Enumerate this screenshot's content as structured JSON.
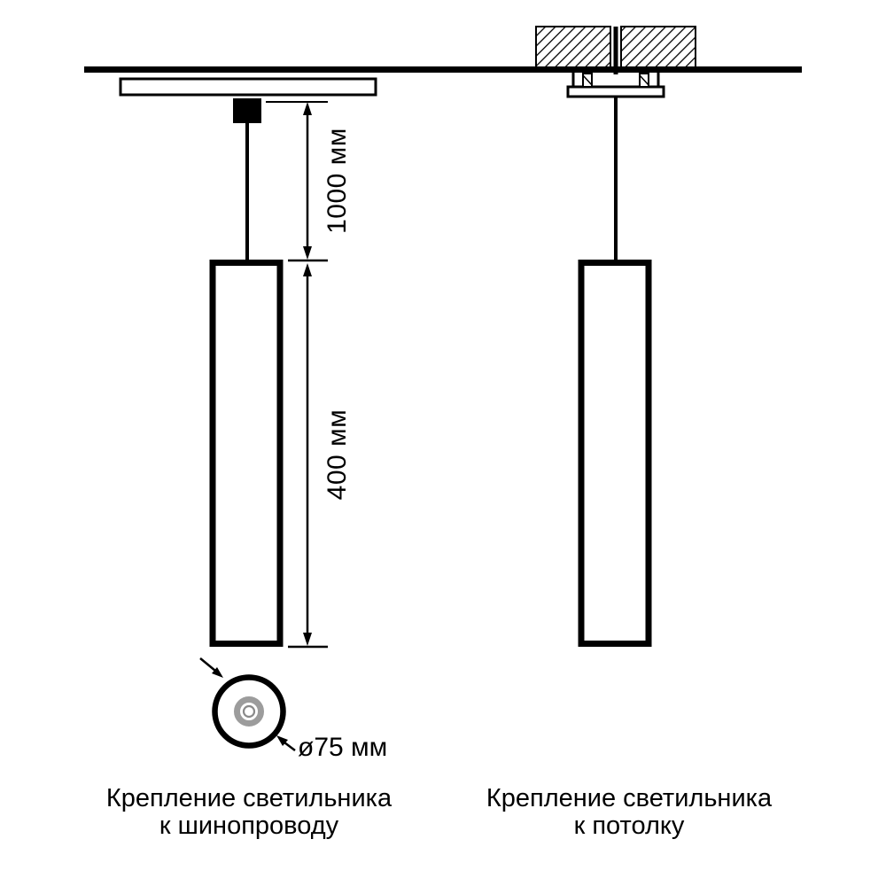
{
  "labels": {
    "suspension_length": "1000 мм",
    "body_length": "400 мм",
    "diameter": "ø75 мм"
  },
  "captions": {
    "left": {
      "line1": "Крепление светильника",
      "line2": "к шинопроводу"
    },
    "right": {
      "line1": "Крепление светильника",
      "line2": "к потолку"
    }
  },
  "colors": {
    "ink": "#000000",
    "ring_gray": "#9c9c9c",
    "background": "#ffffff"
  }
}
